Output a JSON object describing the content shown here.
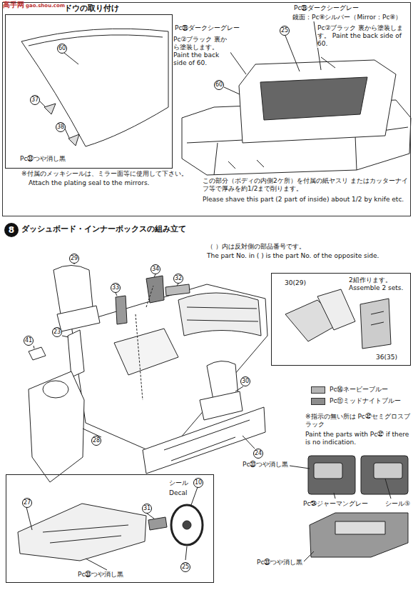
{
  "diagram": {
    "nodes": [
      {
        "text": [
          "ドウの取り付け"
        ]
      },
      {
        "text": [
          "60",
          "37",
          "38",
          "Pc㉝つや消し黒"
        ],
        "in": 0
      },
      {
        "text": [
          "8",
          "ダッシュボード・インナーボックスの組み立て"
        ]
      },
      {
        "text": [
          "30(29)",
          "2組作ります。 Assemble 2 sets.",
          "36(35)"
        ]
      },
      {
        "text": [
          "27",
          "31",
          "シール",
          "10",
          "Decal",
          "25",
          "Pc㉝つや消し黒"
        ]
      }
    ],
    "labels": [
      "高手网",
      "gao.shou.com",
      "Pc㉟ダークシーグレー",
      "Pc②ブラック 裏から塗装します。 Paint the back side of 60.",
      "Pc㉟ダークシーグレー",
      "鏡面：Pc⑧シルバー（Mirror：Pc⑧）",
      "25",
      "Pc②ブラック 裏から塗装します。 Paint the back side of 60.",
      "60",
      "※付属のメッキシールは、ミラー面等に使用して下さい。",
      "Attach the plating seal to the mirrors.",
      "この部分（ボディの内側2ケ所）を付属の紙ヤスリ またはカッターナイフ等で厚みを約1/2まで削ります。",
      "Please shave this part (2 part of inside) about 1/2 by knife etc.",
      "（ ）内は反対側の部品番号です。",
      "The part No. in ( ) is the part No. of the opposite side.",
      "29",
      "34",
      "33",
      "32",
      "23",
      "41",
      "30",
      "28",
      "24",
      "※指示の無い所は Pc㉜セミグロスブラック",
      "Paint the parts with Pc㉜ if there is no indication.",
      "Pc㉝つや消し黒",
      "Pc㉔ジャーマングレー",
      "シール⑤",
      "Pc㉝つや消し黒"
    ],
    "legend": [
      {
        "text": "Pc⑭ネービーブルー",
        "color": "#b4b4b4"
      },
      {
        "text": "Pc⑪ミッドナイトブルー",
        "color": "#8c8c8c"
      }
    ]
  }
}
